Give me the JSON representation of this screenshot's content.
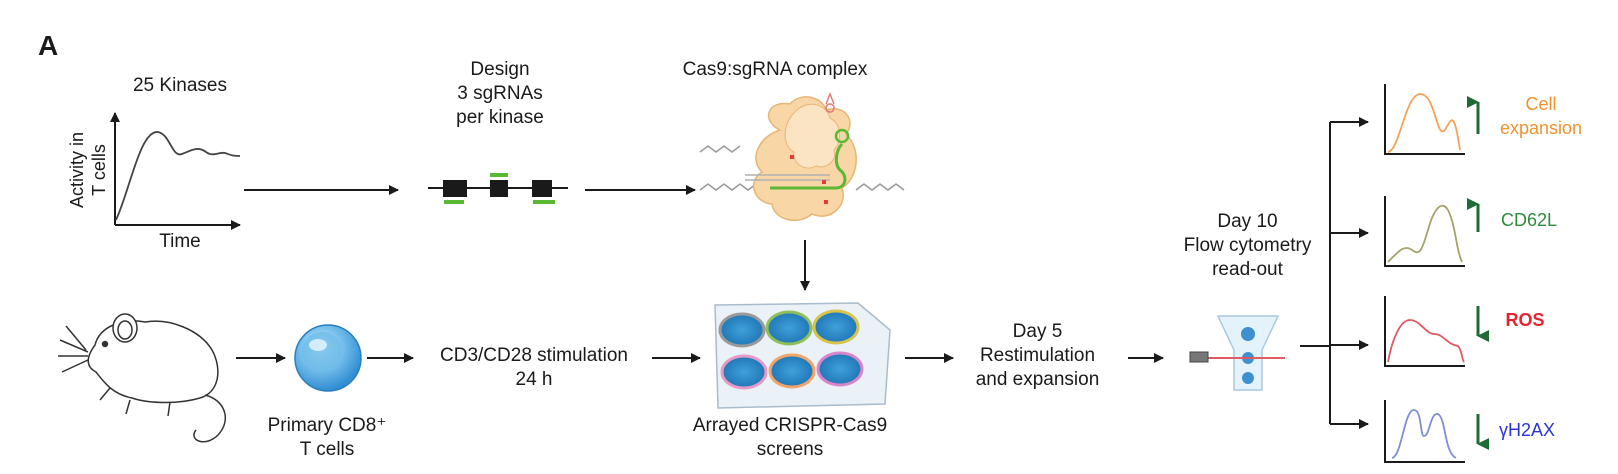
{
  "panel_label": "A",
  "kinases": {
    "title": "25 Kinases",
    "ylabel_line1": "Activity in",
    "ylabel_line2": "T cells",
    "xlabel": "Time"
  },
  "design": {
    "line1": "Design",
    "line2": "3 sgRNAs",
    "line3": "per kinase"
  },
  "cas9": {
    "title": "Cas9:sgRNA complex"
  },
  "cells": {
    "line1": "Primary CD8⁺",
    "line2": "T cells"
  },
  "stimulation": {
    "line1": "CD3/CD28 stimulation",
    "line2": "24 h"
  },
  "screens": {
    "line1": "Arrayed CRISPR-Cas9",
    "line2": "screens"
  },
  "day5": {
    "line1": "Day 5",
    "line2": "Restimulation",
    "line3": "and expansion"
  },
  "day10": {
    "line1": "Day 10",
    "line2": "Flow cytometry",
    "line3": "read-out"
  },
  "outputs": [
    {
      "line1": "Cell",
      "line2": "expansion",
      "direction": "up",
      "color": "#f0922e",
      "curve_color": "#f4a256",
      "arrow_color": "#1f6b35"
    },
    {
      "line1": "CD62L",
      "line2": "",
      "direction": "up",
      "color": "#2e8b3e",
      "curve_color": "#a5a26a",
      "arrow_color": "#1f6b35"
    },
    {
      "line1": "ROS",
      "line2": "",
      "direction": "down",
      "color": "#e8222f",
      "curve_color": "#e05a63",
      "arrow_color": "#1f6b35"
    },
    {
      "line1": "γH2AX",
      "line2": "",
      "direction": "down",
      "color": "#2b34d8",
      "curve_color": "#7f8fcf",
      "arrow_color": "#1f6b35"
    }
  ]
}
